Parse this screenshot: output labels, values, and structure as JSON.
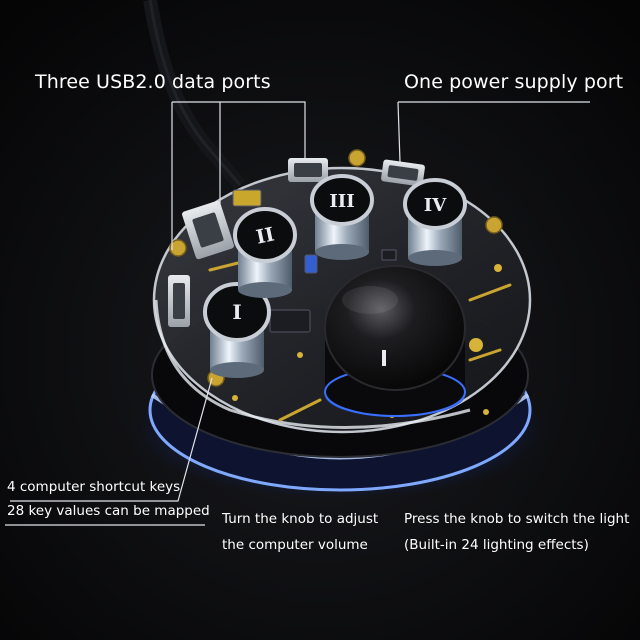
{
  "labels": {
    "usb_ports": "Three USB2.0 data ports",
    "power_port": "One power supply port",
    "shortcut_keys": "4 computer shortcut keys",
    "key_values": "28 key values can be mapped",
    "knob_volume_1": "Turn the knob to adjust",
    "knob_volume_2": "the computer volume",
    "knob_light_1": "Press the knob to switch the light",
    "knob_light_2": "(Built-in 24 lighting effects)"
  },
  "keys": [
    {
      "numeral": "I"
    },
    {
      "numeral": "II"
    },
    {
      "numeral": "III"
    },
    {
      "numeral": "IV"
    }
  ],
  "colors": {
    "background": "#0b0b0c",
    "acrylic": "#c9ced6",
    "underglow": "#2f6bff",
    "gold": "#c9a431",
    "text": "#ffffff"
  }
}
